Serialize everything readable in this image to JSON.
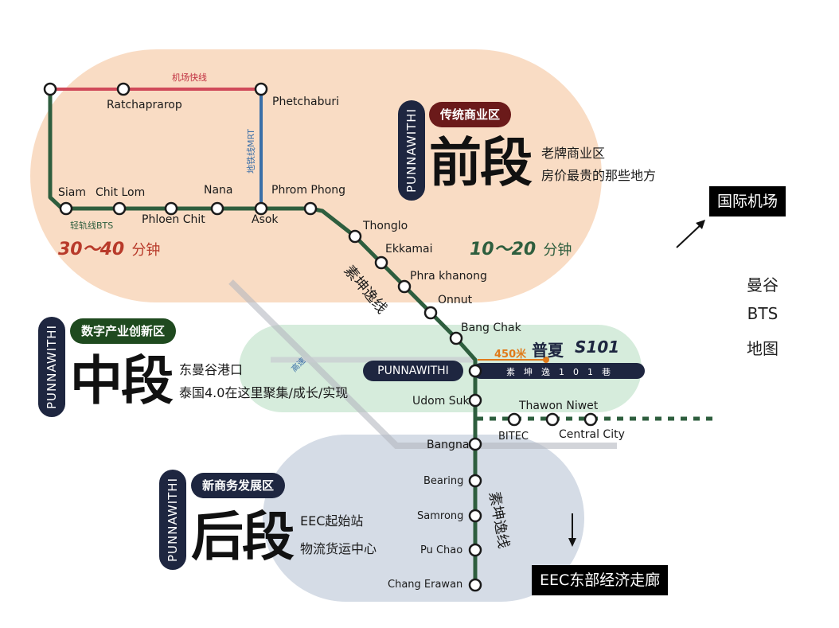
{
  "zones": {
    "front": {
      "vertical": "PUNNAWITHI",
      "badge": "传统商业区",
      "title": "前段",
      "desc1": "老牌商业区",
      "desc2": "房价最贵的那些地方",
      "time_num": "10～20",
      "time_unit": "分钟",
      "color": "#f9dcc4"
    },
    "middle": {
      "vertical": "PUNNAWITHI",
      "badge": "数字产业创新区",
      "title": "中段",
      "desc1": "东曼谷港口",
      "desc2": "泰国4.0在这里聚集/成长/实现",
      "color": "#d6ecdc"
    },
    "back": {
      "vertical": "PUNNAWITHI",
      "badge": "新商务发展区",
      "title": "后段",
      "desc1": "EEC起始站",
      "desc2": "物流货运中心",
      "color": "#d5dce6"
    }
  },
  "lines": {
    "airport_link": "机场快线",
    "mrt": "地铁线MRT",
    "bts": "轻轨线BTS",
    "sukhumvit_upper": "素坤逸线",
    "sukhumvit_lower": "素坤逸线",
    "expressway": "高速",
    "colors": {
      "bts": "#2e5e3e",
      "airport": "#d04a5a",
      "mrt": "#3a6fa8",
      "road": "#1e2640"
    }
  },
  "stations": {
    "ratchaprarop": "Ratchaprarop",
    "phetchaburi": "Phetchaburi",
    "siam": "Siam",
    "chitlom": "Chit Lom",
    "phloenchit": "Phloen Chit",
    "nana": "Nana",
    "asok": "Asok",
    "phromphong": "Phrom Phong",
    "thonglo": "Thonglo",
    "ekkamai": "Ekkamai",
    "phrakhanong": "Phra khanong",
    "onnut": "Onnut",
    "bangchak": "Bang Chak",
    "punnawithi": "PUNNAWITHI",
    "udomsuk": "Udom Suk",
    "bangna": "Bangna",
    "bearing": "Bearing",
    "samrong": "Samrong",
    "puchao": "Pu Chao",
    "changerawan": "Chang Erawan",
    "thawonniwet": "Thawon Niwet",
    "bitec": "BITEC",
    "centralcity": "Central City"
  },
  "left_time": {
    "num": "30～40",
    "unit": "分钟"
  },
  "project": {
    "distance": "450米",
    "name": "普夏",
    "code": "S101",
    "road": "素　坤　逸　1　0　1　巷"
  },
  "tags": {
    "airport": "国际机场",
    "eec": "EEC东部经济走廊"
  },
  "legend": [
    "曼谷",
    "BTS",
    "地图"
  ]
}
